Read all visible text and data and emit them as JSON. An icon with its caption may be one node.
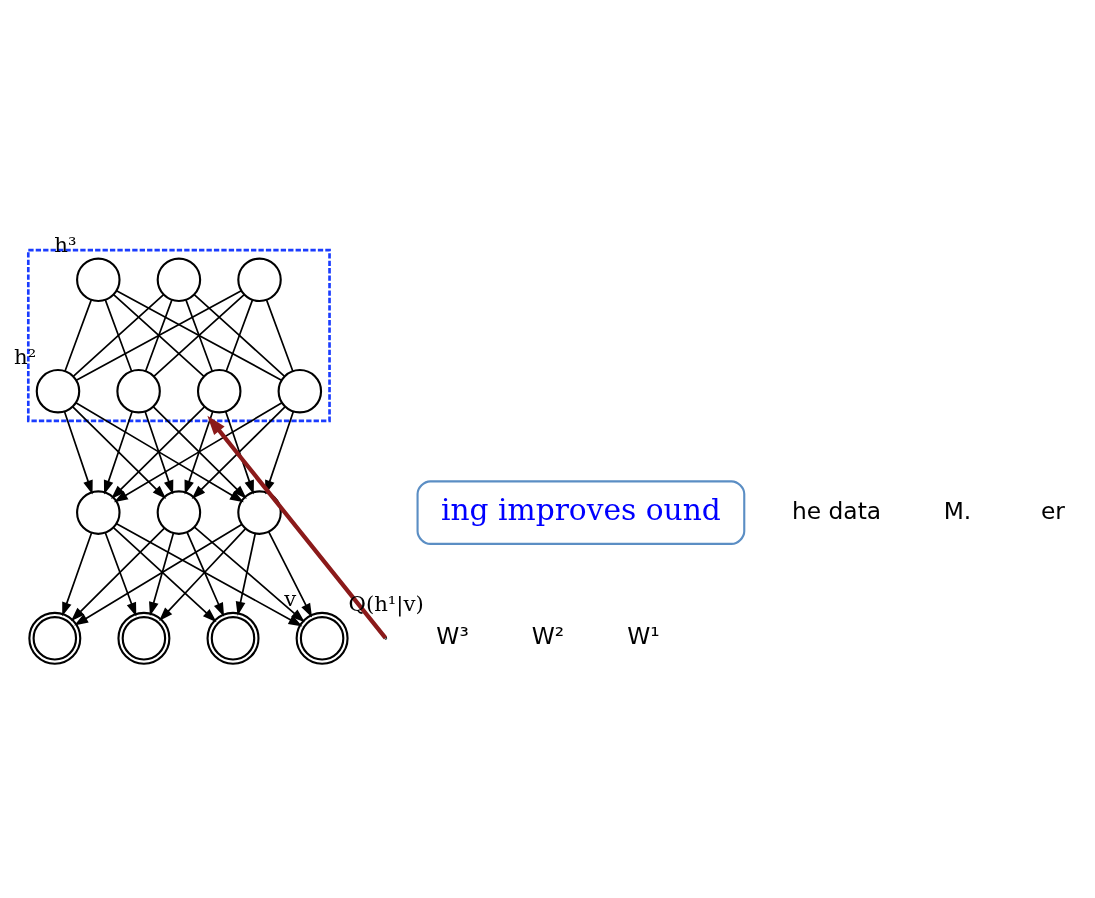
{
  "diagram": {
    "nodes": [
      {
        "text": [],
        "shape": "box"
      },
      {
        "text": [],
        "shape": "circle",
        "in": 0,
        "beside": [
          "h³"
        ]
      },
      {
        "text": [],
        "shape": "circle",
        "in": 0
      },
      {
        "text": [],
        "shape": "circle",
        "in": 0
      },
      {
        "text": [],
        "shape": "circle",
        "in": 0,
        "beside": [
          "h²"
        ]
      },
      {
        "text": [],
        "shape": "circle",
        "in": 0
      },
      {
        "text": [],
        "shape": "circle",
        "in": 0
      },
      {
        "text": [],
        "shape": "circle",
        "in": 0
      },
      {
        "text": [
          "ing improves ound"
        ]
      },
      {
        "text": [],
        "shape": "circle"
      },
      {
        "text": [],
        "shape": "circle"
      },
      {
        "text": [],
        "shape": "circle"
      },
      {
        "text": [],
        "shape": "circle",
        "beside": [
          "v"
        ]
      },
      {
        "text": [],
        "shape": "circle"
      },
      {
        "text": [],
        "shape": "circle"
      },
      {
        "text": [],
        "shape": "circle"
      }
    ],
    "edges": [
      {
        "from": 1,
        "to": 4,
        "arrow": "none"
      },
      {
        "from": 1,
        "to": 5,
        "arrow": "none"
      },
      {
        "from": 1,
        "to": 6,
        "arrow": "none"
      },
      {
        "from": 1,
        "to": 7,
        "arrow": "none"
      },
      {
        "from": 2,
        "to": 4,
        "arrow": "none"
      },
      {
        "from": 2,
        "to": 5,
        "arrow": "none"
      },
      {
        "from": 2,
        "to": 6,
        "arrow": "none"
      },
      {
        "from": 2,
        "to": 7,
        "arrow": "none"
      },
      {
        "from": 3,
        "to": 4,
        "arrow": "none"
      },
      {
        "from": 3,
        "to": 5,
        "arrow": "none"
      },
      {
        "from": 3,
        "to": 6,
        "arrow": "none"
      },
      {
        "from": 3,
        "to": 7,
        "arrow": "none"
      },
      {
        "from": 4,
        "to": 9,
        "arrow": "to"
      },
      {
        "from": 4,
        "to": 10,
        "arrow": "to"
      },
      {
        "from": 4,
        "to": 11,
        "arrow": "to"
      },
      {
        "from": 5,
        "to": 9,
        "arrow": "to"
      },
      {
        "from": 5,
        "to": 10,
        "arrow": "to"
      },
      {
        "from": 5,
        "to": 11,
        "arrow": "to"
      },
      {
        "from": 6,
        "to": 9,
        "arrow": "to"
      },
      {
        "from": 6,
        "to": 10,
        "arrow": "to"
      },
      {
        "from": 6,
        "to": 11,
        "arrow": "to"
      },
      {
        "from": 7,
        "to": 9,
        "arrow": "to"
      },
      {
        "from": 7,
        "to": 10,
        "arrow": "to"
      },
      {
        "from": 7,
        "to": 11,
        "arrow": "to"
      },
      {
        "from": 9,
        "to": 12,
        "arrow": "to"
      },
      {
        "from": 9,
        "to": 13,
        "arrow": "to"
      },
      {
        "from": 9,
        "to": 14,
        "arrow": "to"
      },
      {
        "from": 9,
        "to": 15,
        "arrow": "to"
      },
      {
        "from": 10,
        "to": 12,
        "arrow": "to"
      },
      {
        "from": 10,
        "to": 13,
        "arrow": "to"
      },
      {
        "from": 10,
        "to": 14,
        "arrow": "to"
      },
      {
        "from": 10,
        "to": 15,
        "arrow": "to"
      },
      {
        "from": 11,
        "to": 12,
        "arrow": "to"
      },
      {
        "from": 11,
        "to": 13,
        "arrow": "to"
      },
      {
        "from": 11,
        "to": 14,
        "arrow": "to"
      },
      {
        "from": 11,
        "to": 15,
        "arrow": "to"
      },
      {
        "from": null,
        "to": 0,
        "arrow": "to",
        "label": "Q(h¹|v)",
        "style": "thick",
        "color": "#8b1a1a"
      }
    ],
    "labels": [
      "he data",
      "M.",
      "er",
      "W³",
      "W²",
      "W¹"
    ]
  }
}
